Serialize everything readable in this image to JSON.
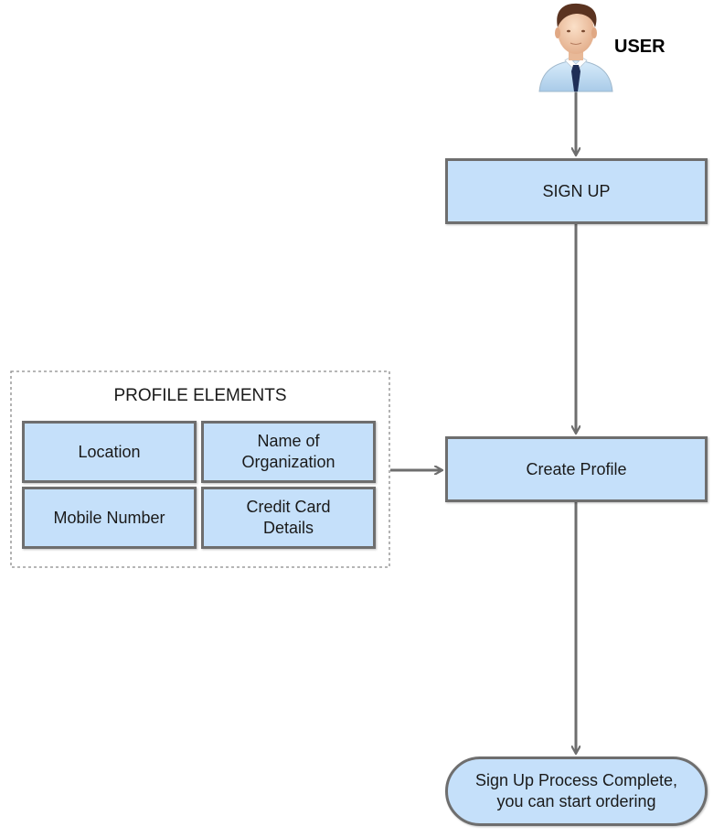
{
  "user": {
    "label": "USER",
    "icon": "user-icon"
  },
  "steps": {
    "sign_up": "SIGN UP",
    "create_profile": "Create Profile",
    "complete": "Sign Up Process Complete,\nyou can start ordering"
  },
  "profile_elements": {
    "title": "PROFILE ELEMENTS",
    "items": [
      "Location",
      "Name of\nOrganization",
      "Mobile Number",
      "Credit Card\nDetails"
    ]
  },
  "colors": {
    "box_fill": "#c5e0fa",
    "box_border": "#6e6e6e",
    "arrow": "#6e6e6e"
  }
}
